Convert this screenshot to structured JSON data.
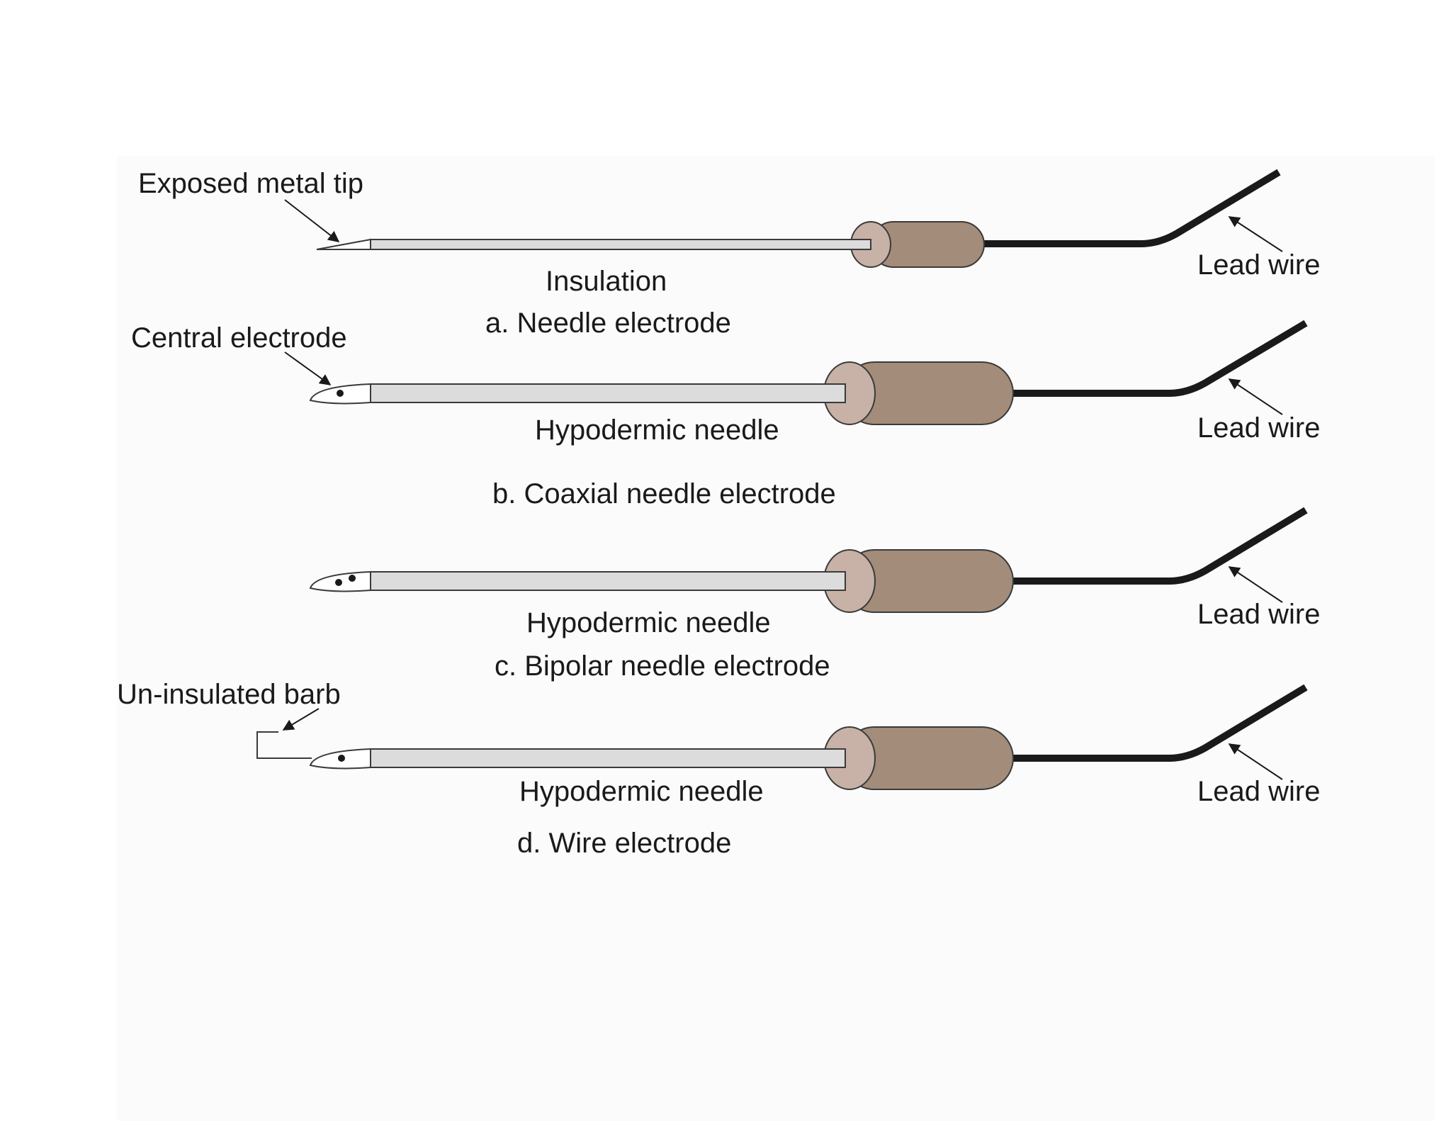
{
  "colors": {
    "background": "#ffffff",
    "panel": "#fbfbfb",
    "outline": "#3a3a3a",
    "needle_fill": "#dcdcdc",
    "handle_fill": "#a38c7a",
    "handle_cap": "#c8b1a6",
    "lead_wire": "#1a1a1a",
    "text": "#1a1a1a"
  },
  "electrodes": [
    {
      "caption": "a. Needle electrode",
      "tip_label": "Exposed metal tip",
      "shaft_label": "Insulation",
      "wire_label": "Lead wire",
      "tip_style": "bare"
    },
    {
      "caption": "b. Coaxial needle electrode",
      "tip_label": "Central electrode",
      "shaft_label": "Hypodermic needle",
      "wire_label": "Lead wire",
      "tip_style": "one-dot"
    },
    {
      "caption": "c. Bipolar needle electrode",
      "tip_label": "",
      "shaft_label": "Hypodermic needle",
      "wire_label": "Lead wire",
      "tip_style": "two-dots"
    },
    {
      "caption": "d. Wire electrode",
      "tip_label": "Un-insulated barb",
      "shaft_label": "Hypodermic needle",
      "wire_label": "Lead wire",
      "tip_style": "one-dot-barb"
    }
  ]
}
